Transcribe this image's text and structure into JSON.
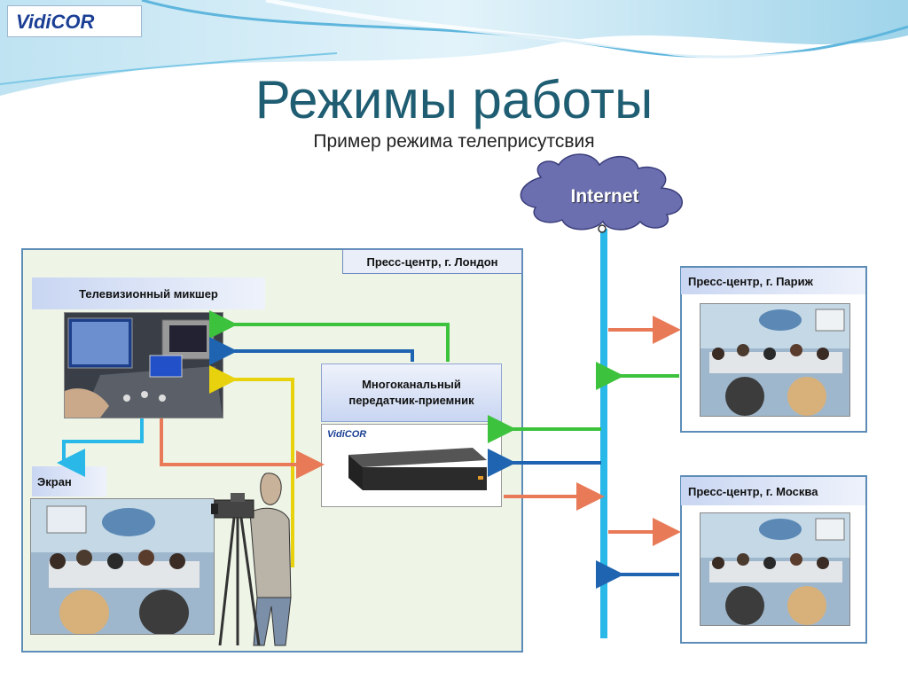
{
  "slide": {
    "title": "Режимы работы",
    "subtitle": "Пример режима телеприсутсвия"
  },
  "logo": {
    "text": "VidiCOR"
  },
  "network": {
    "cloud_label": "Internet"
  },
  "london": {
    "label": "Пресс-центр, г. Лондон",
    "mixer_label": "Телевизионный микшер",
    "transceiver_label": "Многоканальный передатчик-приемник",
    "screen_label": "Экран"
  },
  "paris": {
    "label": "Пресс-центр, г. Париж"
  },
  "moscow": {
    "label": "Пресс-центр, г. Москва"
  },
  "colors": {
    "green": "#3cc23c",
    "blue": "#1f64b0",
    "yellow": "#e8d20d",
    "orange": "#e87a58",
    "cyan": "#29b8e8",
    "title": "#1f5d72"
  }
}
